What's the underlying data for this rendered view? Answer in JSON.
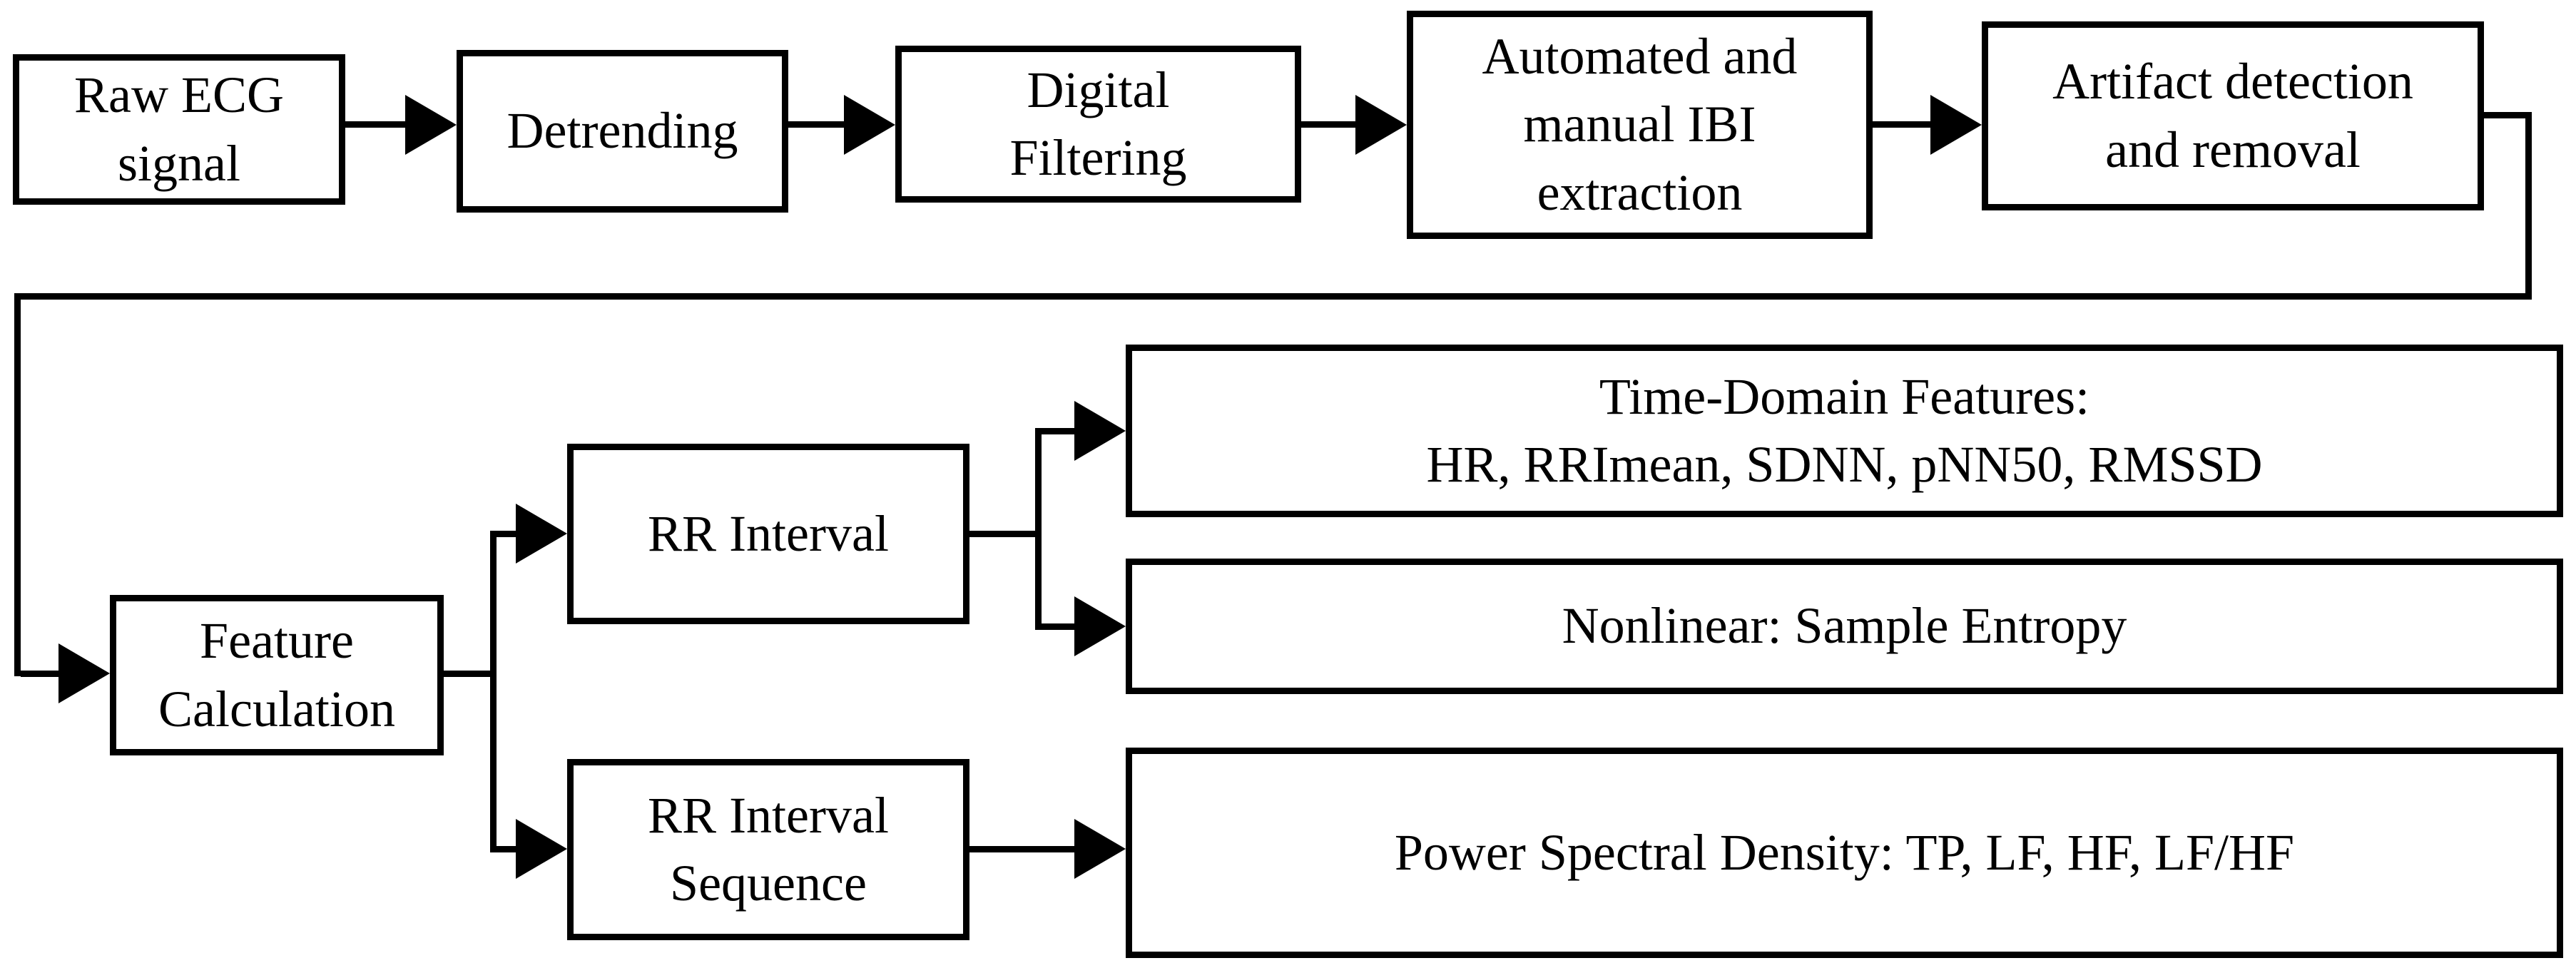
{
  "diagram": {
    "type": "flowchart",
    "colors": {
      "line": "#000000",
      "box_fill": "#ffffff",
      "background": "#ffffff",
      "text": "#000000"
    },
    "nodes": {
      "raw_ecg": {
        "label": "Raw ECG\nsignal"
      },
      "detrending": {
        "label": "Detrending"
      },
      "digital_filter": {
        "label": "Digital\nFiltering"
      },
      "ibi_extraction": {
        "label": "Automated and\nmanual IBI\nextraction"
      },
      "artifact": {
        "label": "Artifact detection\nand removal"
      },
      "feature_calc": {
        "label": "Feature\nCalculation"
      },
      "rr_interval": {
        "label": "RR Interval"
      },
      "rr_sequence": {
        "label": "RR Interval\nSequence"
      },
      "time_domain": {
        "label": "Time-Domain Features:\nHR, RRImean, SDNN, pNN50, RMSSD"
      },
      "nonlinear": {
        "label": "Nonlinear: Sample Entropy"
      },
      "psd": {
        "label": "Power Spectral Density: TP, LF, HF, LF/HF"
      }
    },
    "edges": [
      {
        "from": "Raw ECG signal",
        "to": "Detrending"
      },
      {
        "from": "Detrending",
        "to": "Digital Filtering"
      },
      {
        "from": "Digital Filtering",
        "to": "Automated and manual IBI extraction"
      },
      {
        "from": "Automated and manual IBI extraction",
        "to": "Artifact detection and removal"
      },
      {
        "from": "Artifact detection and removal",
        "to": "Feature Calculation"
      },
      {
        "from": "Feature Calculation",
        "to": "RR Interval"
      },
      {
        "from": "Feature Calculation",
        "to": "RR Interval Sequence"
      },
      {
        "from": "RR Interval",
        "to": "Time-Domain Features: HR, RRImean, SDNN, pNN50, RMSSD"
      },
      {
        "from": "RR Interval",
        "to": "Nonlinear: Sample Entropy"
      },
      {
        "from": "RR Interval Sequence",
        "to": "Power Spectral Density: TP, LF, HF, LF/HF"
      }
    ]
  }
}
